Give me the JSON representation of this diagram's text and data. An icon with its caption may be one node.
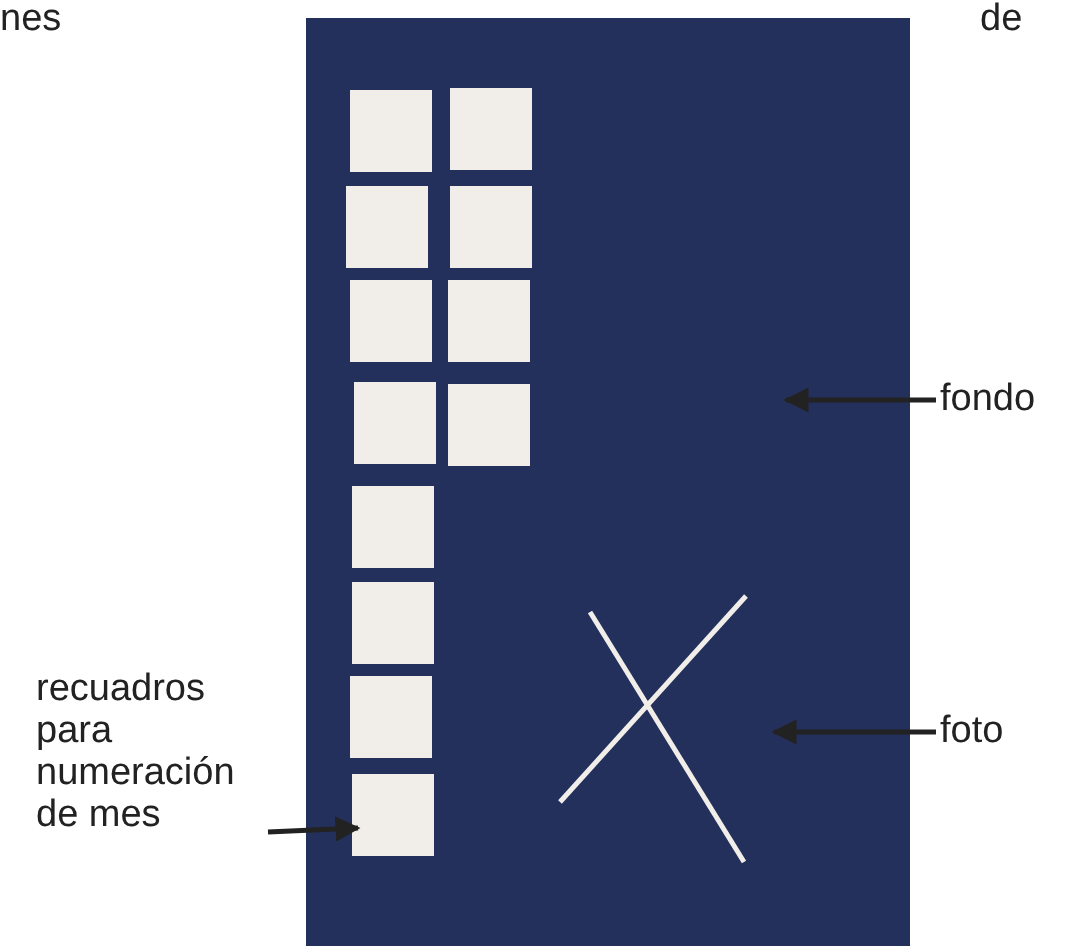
{
  "diagram": {
    "nodes": [
      {
        "text": [],
        "shape": "box"
      },
      {
        "text": [],
        "shape": "box",
        "in": 0
      },
      {
        "text": [],
        "shape": "box",
        "in": 0
      },
      {
        "text": [],
        "shape": "box",
        "in": 0
      },
      {
        "text": [],
        "shape": "box",
        "in": 0
      },
      {
        "text": [],
        "shape": "box",
        "in": 0
      },
      {
        "text": [],
        "shape": "box",
        "in": 0
      },
      {
        "text": [],
        "shape": "box",
        "in": 0
      },
      {
        "text": [],
        "shape": "box",
        "in": 0
      },
      {
        "text": [],
        "shape": "box",
        "in": 0
      },
      {
        "text": [],
        "shape": "box",
        "in": 0
      },
      {
        "text": [],
        "shape": "box",
        "in": 0
      },
      {
        "text": [],
        "shape": "box",
        "in": 0
      },
      {
        "text": [],
        "shape": "picture",
        "in": 0
      },
      {
        "text": [
          "recuadros para numeración de mes"
        ]
      },
      {
        "text": [
          "fondo"
        ]
      },
      {
        "text": [
          "foto"
        ]
      }
    ],
    "edges": [
      {
        "from": 15,
        "to": 0,
        "arrow": "to"
      },
      {
        "from": 16,
        "to": 13,
        "arrow": "to"
      },
      {
        "from": 14,
        "to": 12,
        "arrow": "to"
      }
    ],
    "labels": [
      "nes",
      "de"
    ]
  }
}
